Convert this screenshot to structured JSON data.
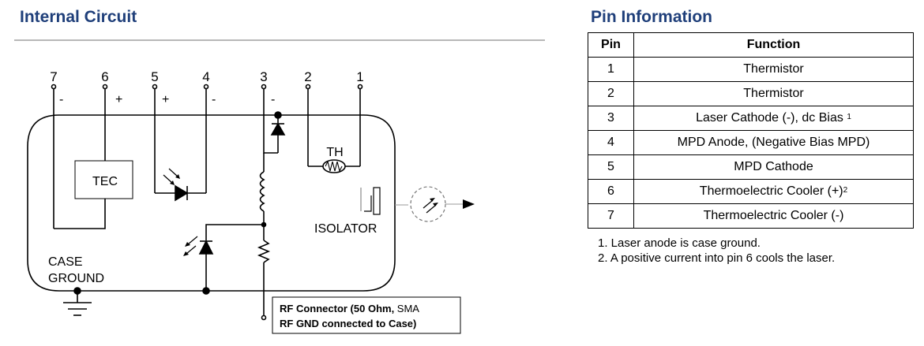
{
  "circuit": {
    "title": "Internal Circuit",
    "pins": [
      {
        "num": "7",
        "polarity": "-"
      },
      {
        "num": "6",
        "polarity": "+"
      },
      {
        "num": "5",
        "polarity": "+"
      },
      {
        "num": "4",
        "polarity": "-"
      },
      {
        "num": "3",
        "polarity": "-"
      },
      {
        "num": "2",
        "polarity": ""
      },
      {
        "num": "1",
        "polarity": ""
      }
    ],
    "labels": {
      "tec": "TEC",
      "th": "TH",
      "isolator": "ISOLATOR",
      "case_line1": "CASE",
      "case_line2": "GROUND"
    },
    "rf_box": {
      "line1_bold": "RF Connector (50 Ohm,",
      "line1_rest": " SMA",
      "line2": "RF GND connected to Case)"
    }
  },
  "pin_info": {
    "title": "Pin Information",
    "headers": {
      "pin": "Pin",
      "function": "Function"
    },
    "rows": [
      {
        "pin": "1",
        "function": "Thermistor",
        "sup": ""
      },
      {
        "pin": "2",
        "function": "Thermistor",
        "sup": ""
      },
      {
        "pin": "3",
        "function": "Laser Cathode (-), dc Bias ",
        "sup": "1"
      },
      {
        "pin": "4",
        "function": "MPD Anode, (Negative Bias MPD)",
        "sup": ""
      },
      {
        "pin": "5",
        "function": "MPD Cathode",
        "sup": ""
      },
      {
        "pin": "6",
        "function": "Thermoelectric Cooler (+)",
        "sup": "2"
      },
      {
        "pin": "7",
        "function": "Thermoelectric Cooler (-)",
        "sup": ""
      }
    ],
    "notes": [
      "1.  Laser anode is case ground.",
      "2.  A positive current into pin 6 cools the laser."
    ]
  },
  "colors": {
    "heading": "#1f3f7a",
    "rule": "#b8b8b8"
  }
}
